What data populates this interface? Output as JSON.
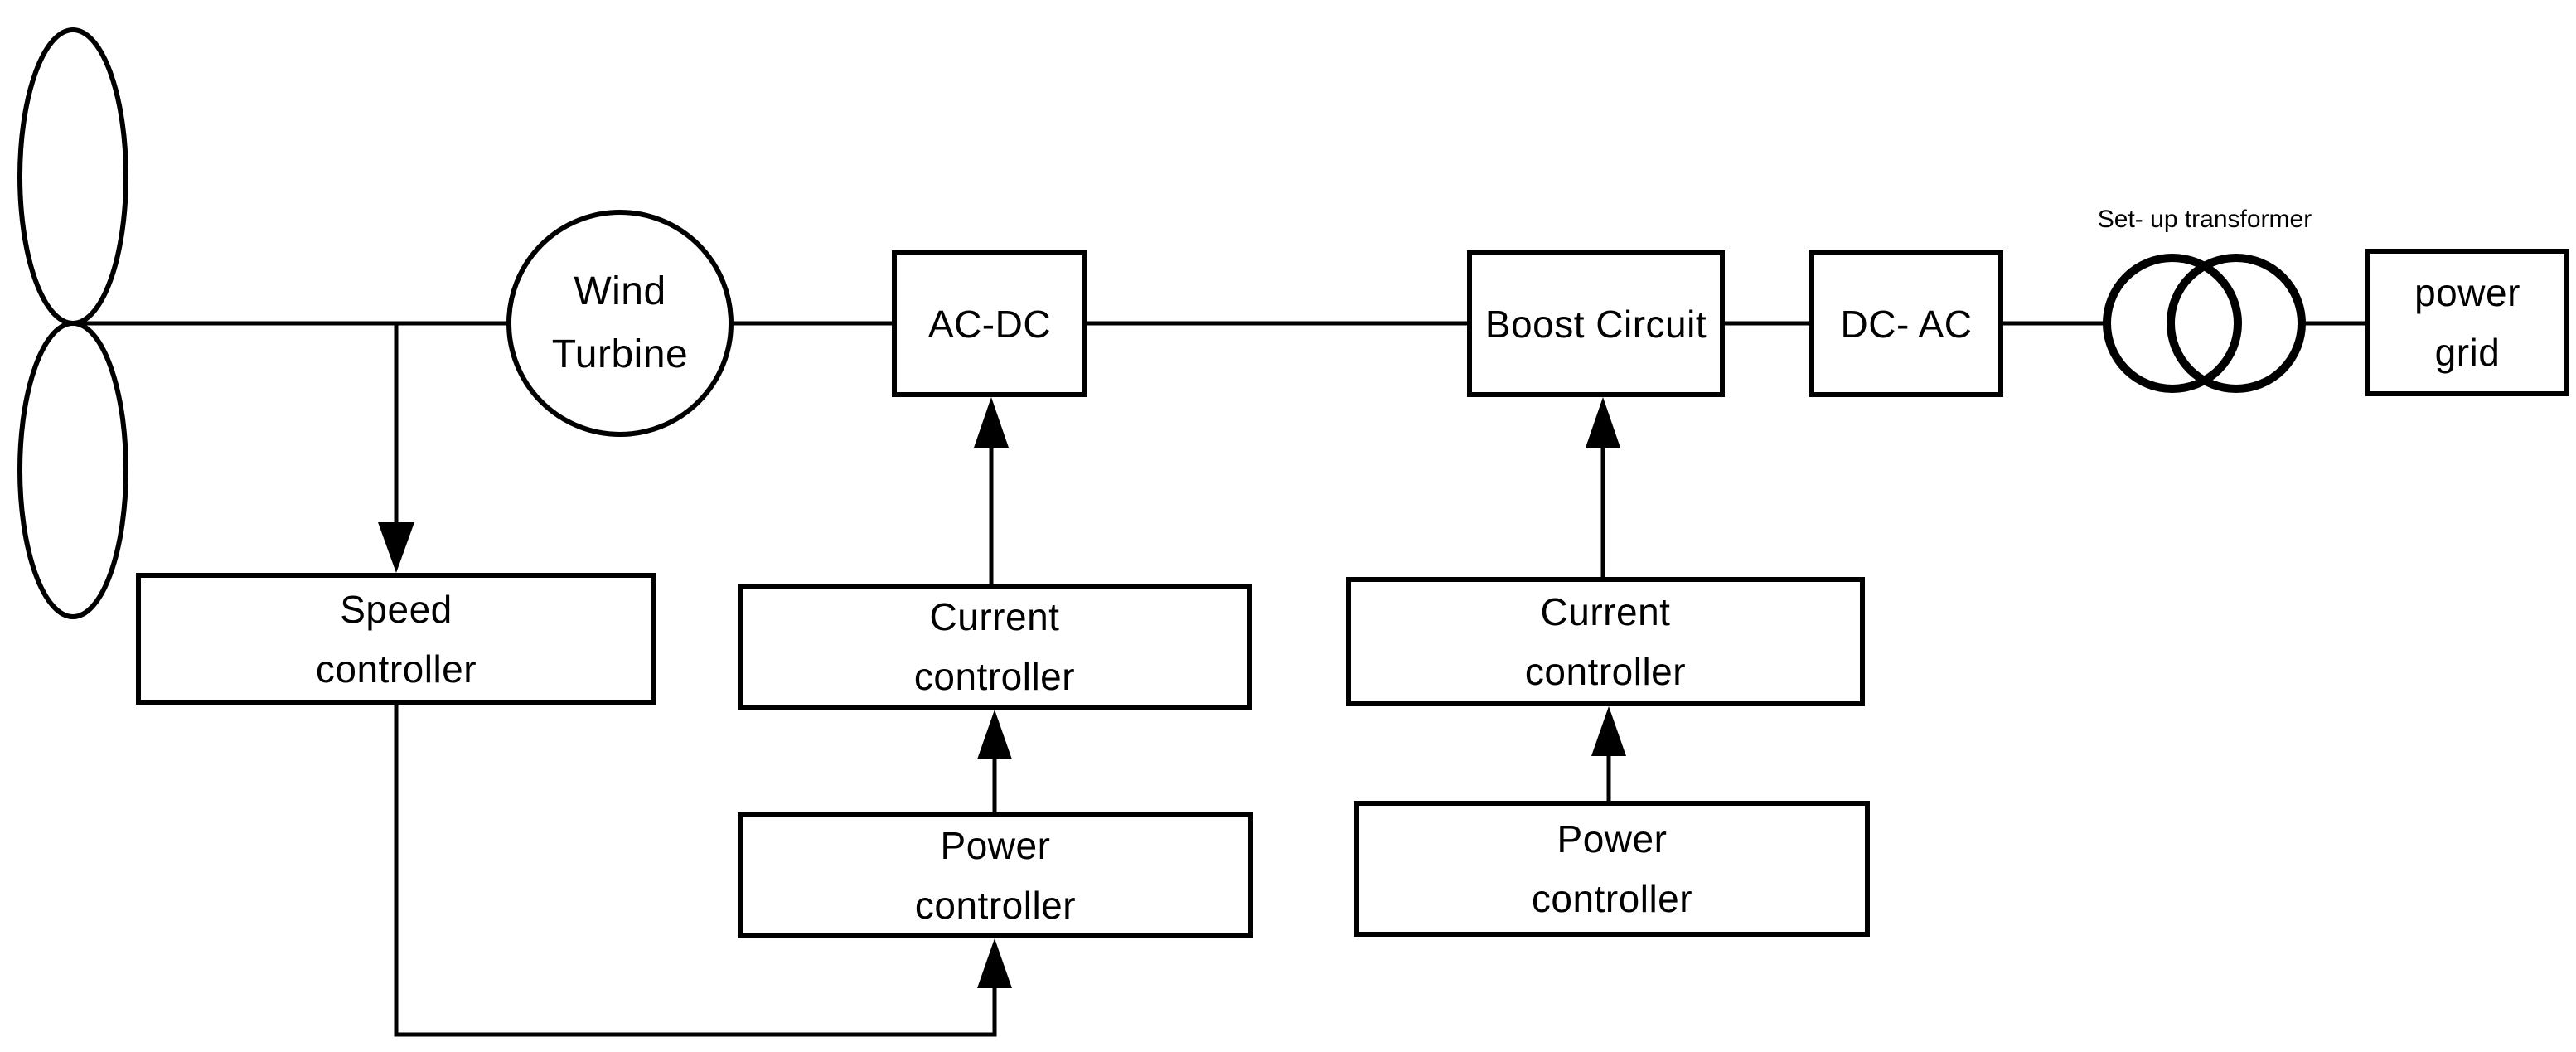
{
  "colors": {
    "background": "#ffffff",
    "line": "#000000",
    "text": "#000000"
  },
  "nodes": {
    "wind_turbine": "Wind\nTurbine",
    "ac_dc": "AC-DC",
    "boost_circuit": "Boost Circuit",
    "dc_ac": "DC- AC",
    "power_grid": "power\ngrid",
    "speed_controller": "Speed\ncontroller",
    "current_controller_left": "Current\ncontroller",
    "power_controller_left": "Power\ncontroller",
    "current_controller_right": "Current\ncontroller",
    "power_controller_right": "Power\ncontroller"
  },
  "captions": {
    "transformer": "Set- up transformer"
  }
}
